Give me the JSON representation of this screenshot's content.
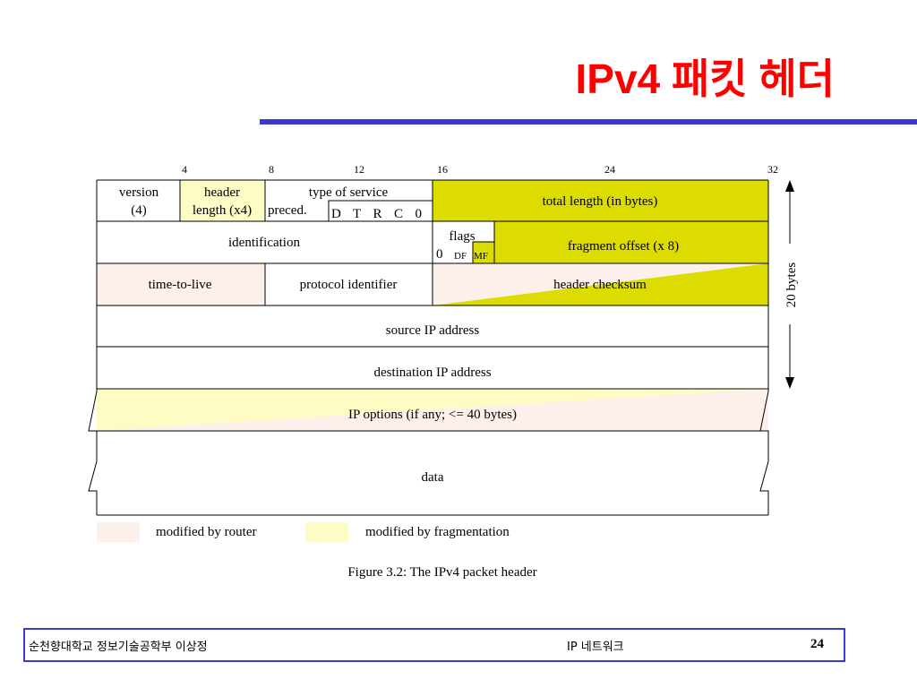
{
  "slide": {
    "title": "IPv4 패킷 헤더"
  },
  "diagram": {
    "bit_positions": [
      "4",
      "8",
      "12",
      "16",
      "24",
      "32"
    ],
    "fields": {
      "version_line1": "version",
      "version_line2": "(4)",
      "header_length_line1": "header",
      "header_length_line2": "length (x4)",
      "tos_title": "type of service",
      "tos_preced": "preced.",
      "tos_bits": "D  T  R  C  0",
      "total_length": "total length (in bytes)",
      "identification": "identification",
      "flags": "flags",
      "flag_zero": "0",
      "flag_df": "DF",
      "flag_mf": "MF",
      "fragment_offset": "fragment offset (x 8)",
      "ttl": "time-to-live",
      "protocol": "protocol identifier",
      "checksum": "header checksum",
      "source": "source IP address",
      "destination": "destination IP address",
      "options": "IP options (if any; <= 40 bytes)",
      "data": "data"
    },
    "size_label": "20 bytes",
    "legend": {
      "router": "modified by router",
      "fragmentation": "modified by fragmentation"
    },
    "caption": "Figure 3.2: The IPv4 packet header",
    "colors": {
      "router": "#fdf0ea",
      "fragmentation": "#fcfcc4",
      "fragmentation_strong": "#dcdc00",
      "border": "#000000"
    }
  },
  "footer": {
    "left": "순천향대학교 정보기술공학부  이상정",
    "center": "IP 네트워크",
    "page": "24"
  }
}
